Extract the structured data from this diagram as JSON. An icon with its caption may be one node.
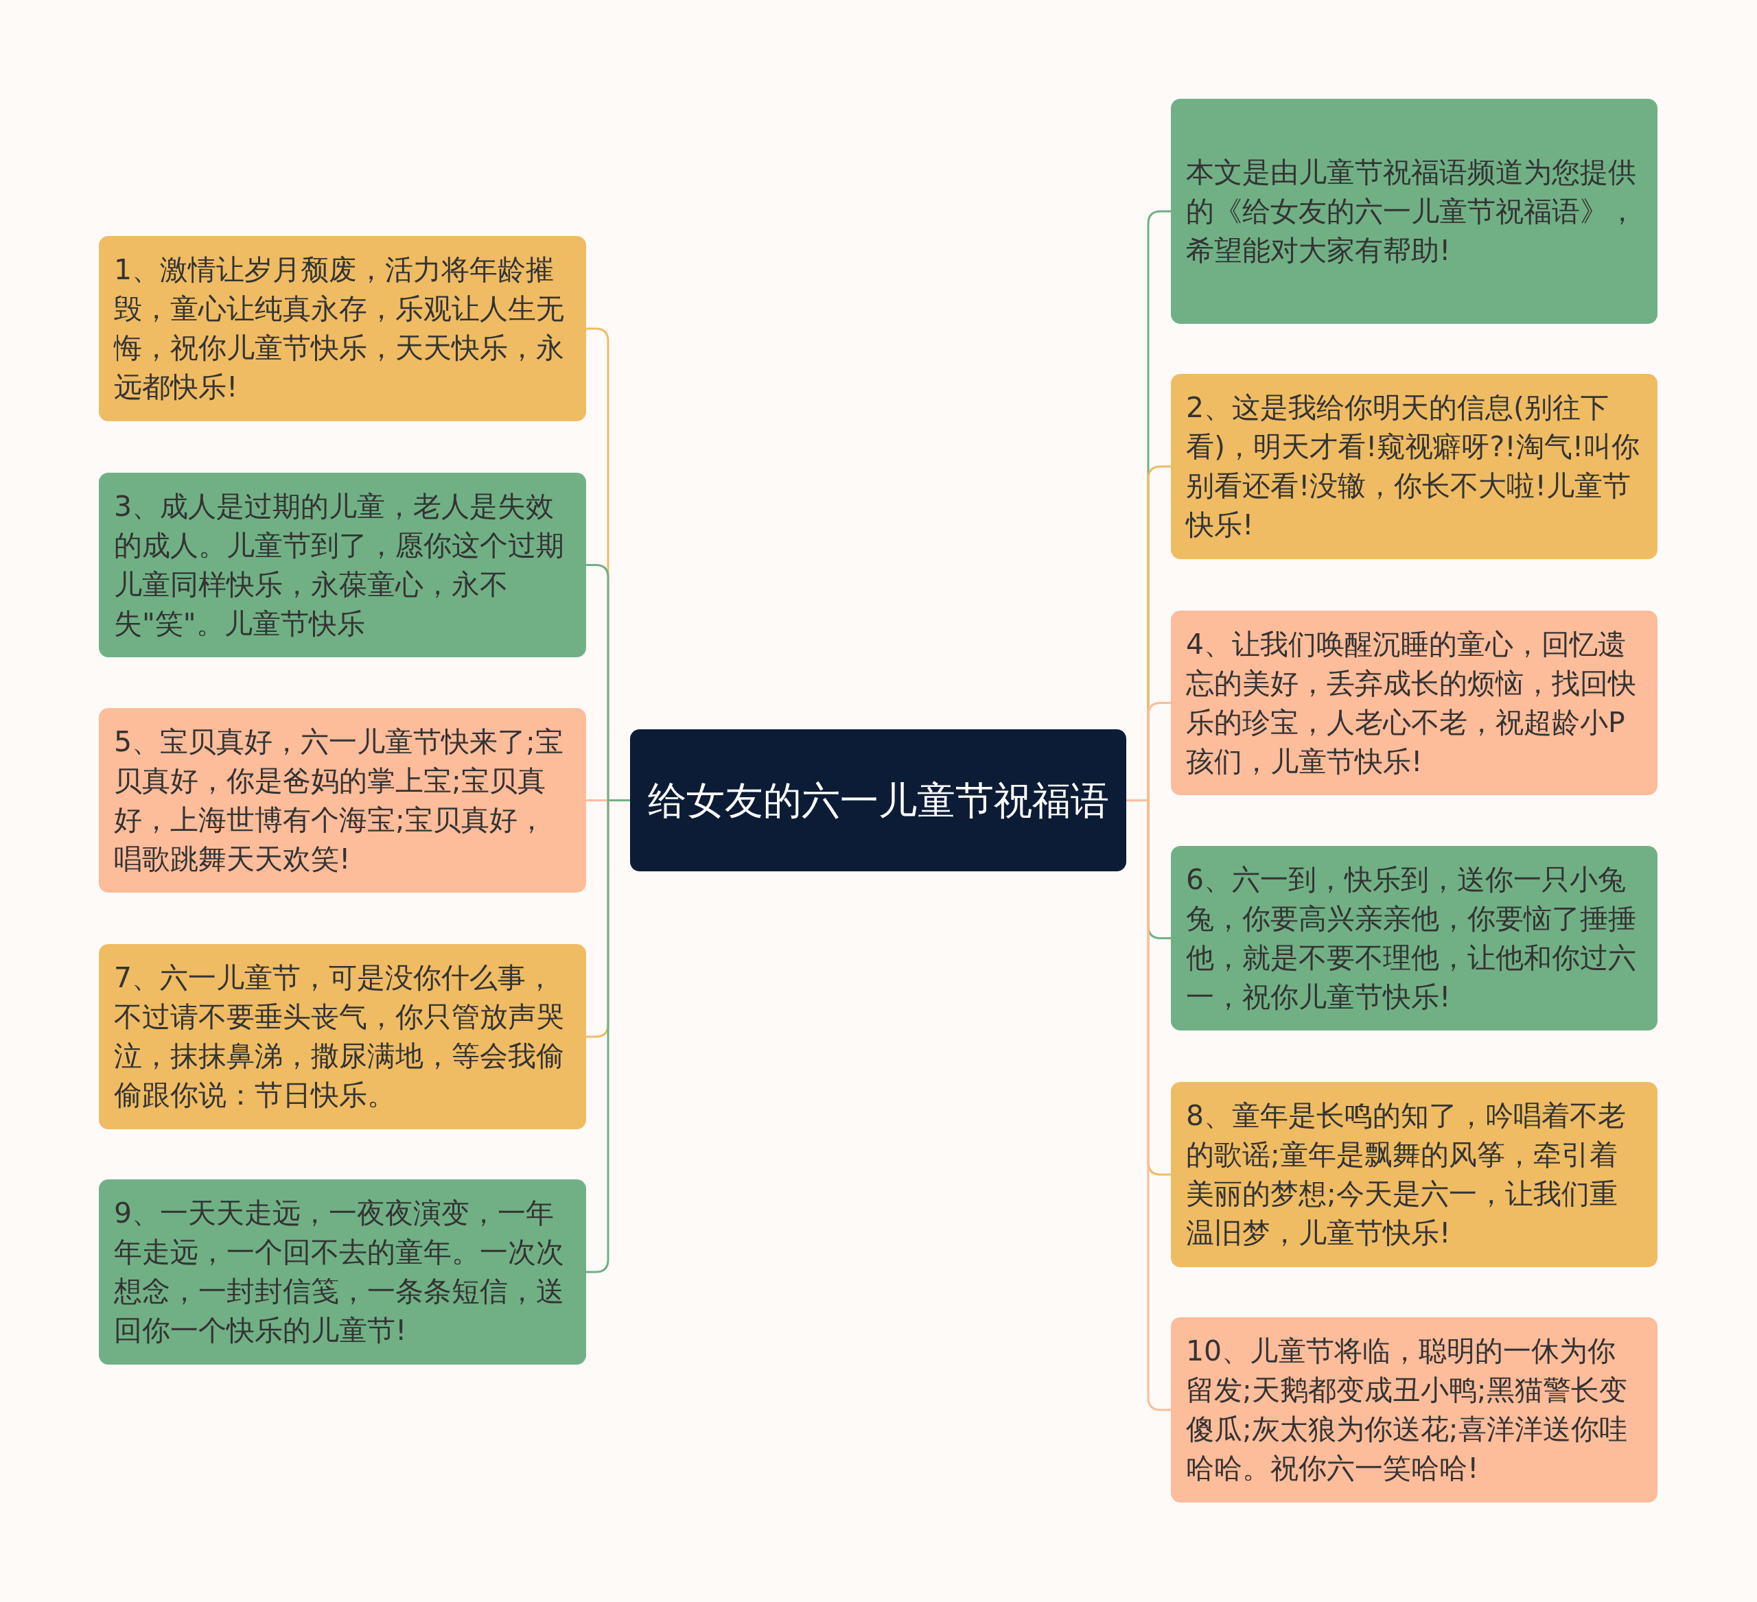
{
  "diagram": {
    "nodes": [
      {
        "text": [
          "给女友的六一儿童节祝福语"
        ]
      },
      {
        "text": [
          "1、激情让岁月颓废，活力将年龄摧毁，童心让纯真永存，乐观让人生无悔，祝你儿童节快乐，天天快乐，永远都快乐!"
        ]
      },
      {
        "text": [
          "3、成人是过期的儿童，老人是失效的成人。儿童节到了，愿你这个过期儿童同样快乐，永葆童心，永不失\"笑\"。儿童节快乐"
        ]
      },
      {
        "text": [
          "5、宝贝真好，六一儿童节快来了;宝贝真好，你是爸妈的掌上宝;宝贝真好，上海世博有个海宝;宝贝真好，唱歌跳舞天天欢笑!"
        ]
      },
      {
        "text": [
          "7、六一儿童节，可是没你什么事，不过请不要垂头丧气，你只管放声哭泣，抹抹鼻涕，撒尿满地，等会我偷偷跟你说：节日快乐。"
        ]
      },
      {
        "text": [
          "9、一天天走远，一夜夜演变，一年年走远，一个回不去的童年。一次次想念，一封封信笺，一条条短信，送回你一个快乐的儿童节!"
        ]
      },
      {
        "text": [
          "本文是由儿童节祝福语频道为您提供的《给女友的六一儿童节祝福语》，希望能对大家有帮助!"
        ]
      },
      {
        "text": [
          "2、这是我给你明天的信息(别往下看)，明天才看!窥视癖呀?!淘气!叫你别看还看!没辙，你长不大啦!儿童节快乐!"
        ]
      },
      {
        "text": [
          "4、让我们唤醒沉睡的童心，回忆遗忘的美好，丢弃成长的烦恼，找回快乐的珍宝，人老心不老，祝超龄小P孩们，儿童节快乐!"
        ]
      },
      {
        "text": [
          "6、六一到，快乐到，送你一只小兔兔，你要高兴亲亲他，你要恼了捶捶他，就是不要不理他，让他和你过六一，祝你儿童节快乐!"
        ]
      },
      {
        "text": [
          "8、童年是长鸣的知了，吟唱着不老的歌谣;童年是飘舞的风筝，牵引着美丽的梦想;今天是六一，让我们重温旧梦，儿童节快乐!"
        ]
      },
      {
        "text": [
          "10、儿童节将临，聪明的一休为你留发;天鹅都变成丑小鸭;黑猫警长变傻瓜;灰太狼为你送花;喜洋洋送你哇哈哈。祝你六一笑哈哈!"
        ]
      }
    ],
    "edges": [
      {
        "from": 0,
        "to": 1,
        "arrow": "none",
        "color": "#efbc64"
      },
      {
        "from": 0,
        "to": 2,
        "arrow": "none",
        "color": "#71b085"
      },
      {
        "from": 0,
        "to": 3,
        "arrow": "none",
        "color": "#fdbc9a"
      },
      {
        "from": 0,
        "to": 4,
        "arrow": "none",
        "color": "#efbc64"
      },
      {
        "from": 0,
        "to": 5,
        "arrow": "none",
        "color": "#71b085"
      },
      {
        "from": 0,
        "to": 6,
        "arrow": "none",
        "color": "#71b085"
      },
      {
        "from": 0,
        "to": 7,
        "arrow": "none",
        "color": "#efbc64"
      },
      {
        "from": 0,
        "to": 8,
        "arrow": "none",
        "color": "#fdbc9a"
      },
      {
        "from": 0,
        "to": 9,
        "arrow": "none",
        "color": "#71b085"
      },
      {
        "from": 0,
        "to": 10,
        "arrow": "none",
        "color": "#efbc64"
      },
      {
        "from": 0,
        "to": 11,
        "arrow": "none",
        "color": "#fdbc9a"
      }
    ]
  }
}
